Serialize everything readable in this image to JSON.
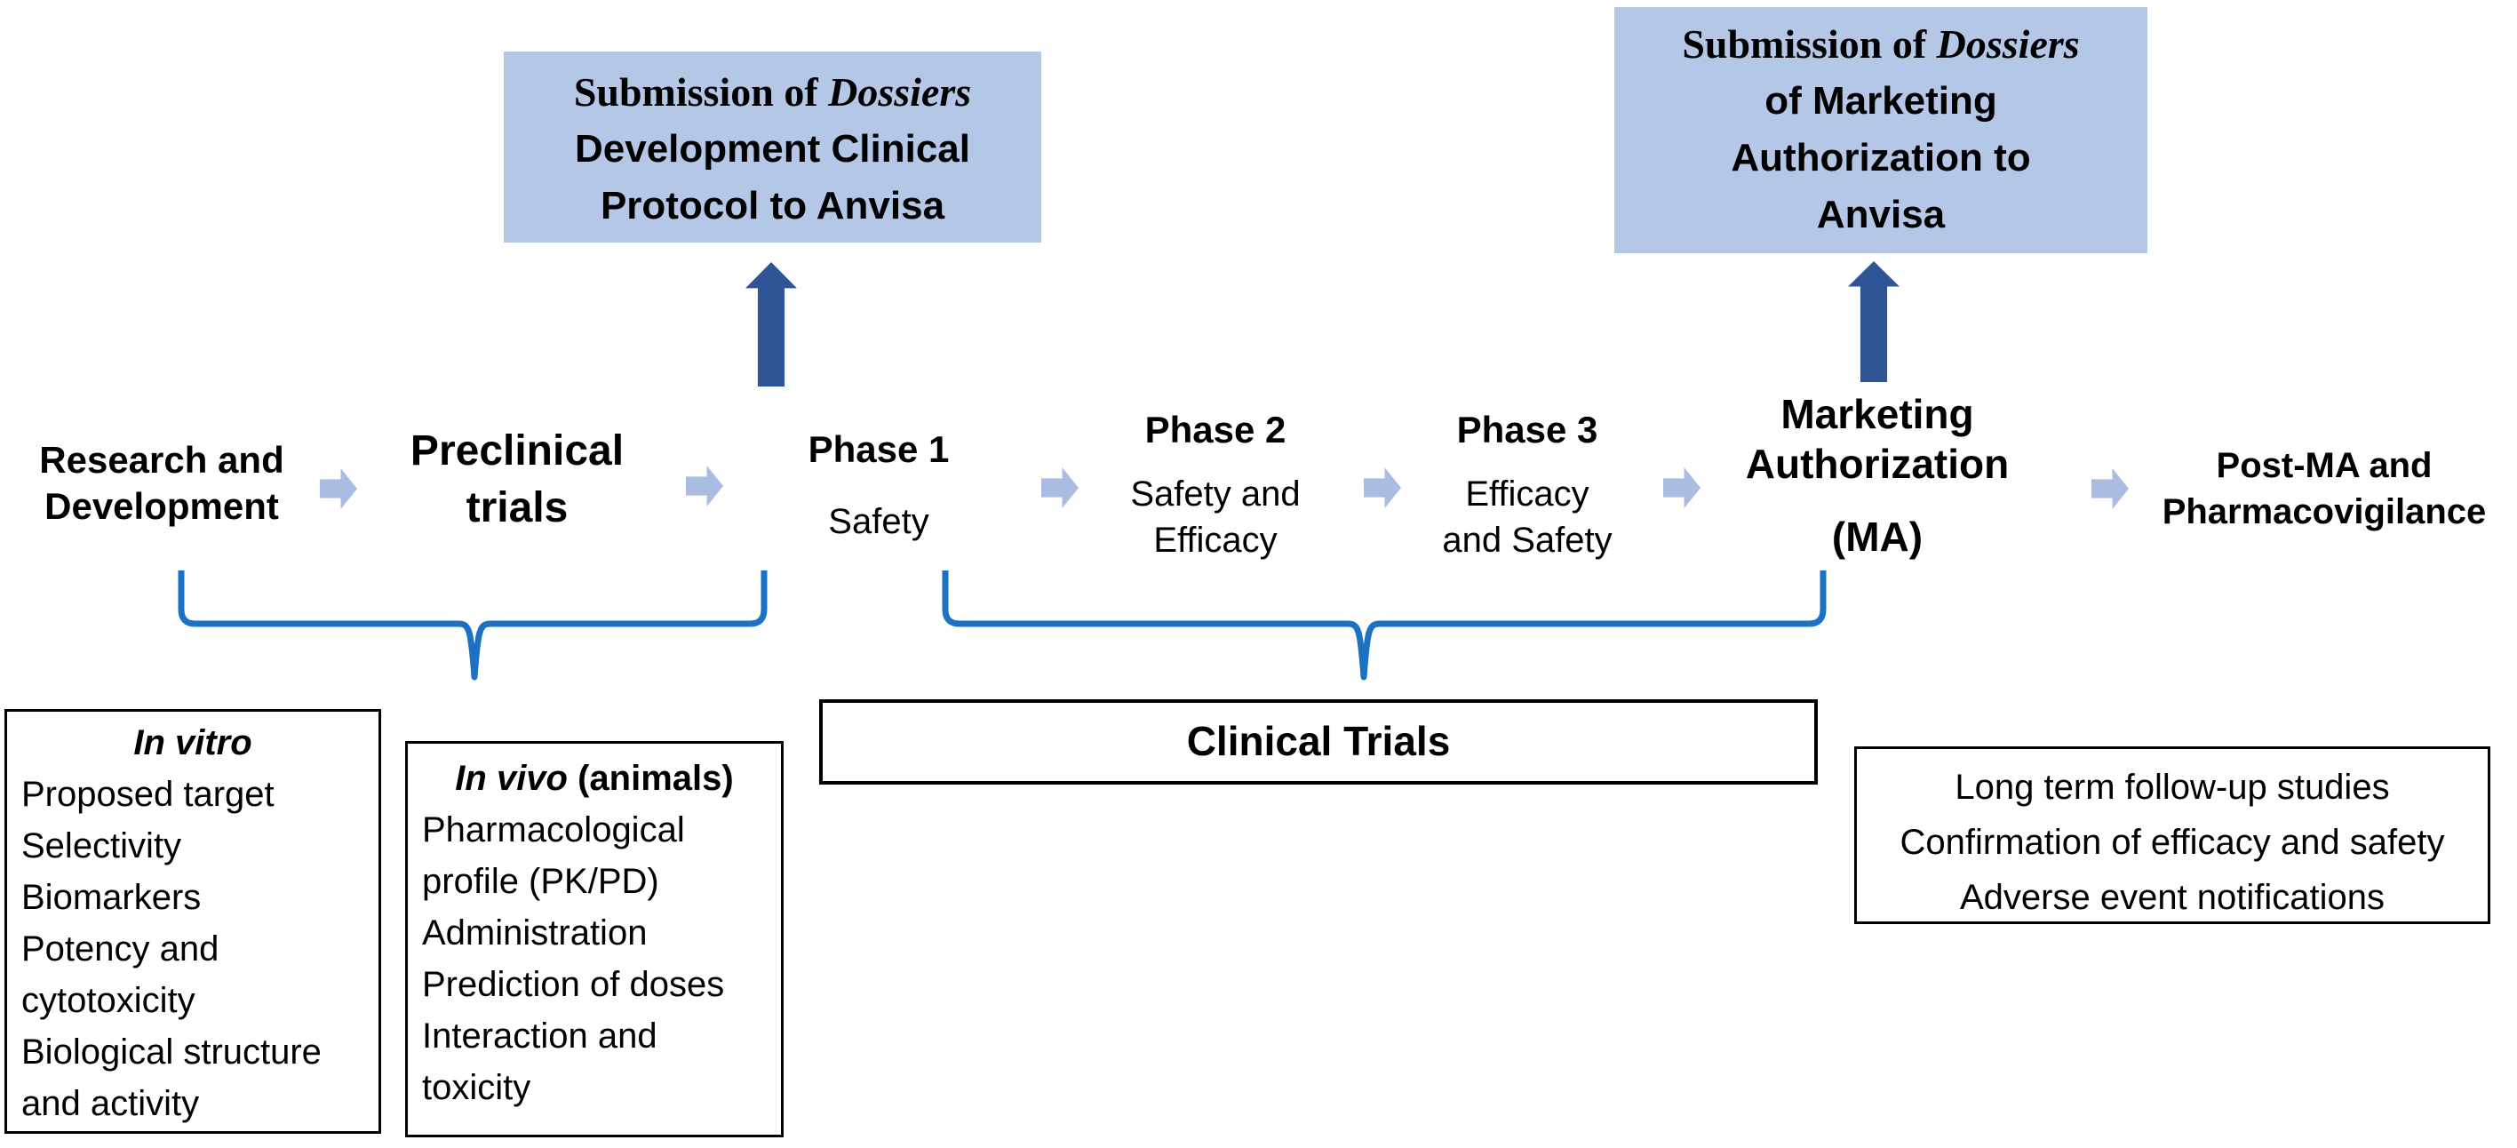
{
  "colors": {
    "box_fill": "#B4C7E7",
    "up_arrow": "#2F5597",
    "flow_arrow": "#ABBCE3",
    "brace": "#1B72C4",
    "box_border": "#000000"
  },
  "submission_boxes": [
    {
      "line1_prefix": "Submission of ",
      "line1_italic": "Dossiers",
      "lines": [
        "Development Clinical",
        "Protocol to Anvisa"
      ]
    },
    {
      "line1_prefix": "Submission of ",
      "line1_italic": "Dossiers",
      "lines": [
        "of Marketing",
        "Authorization to",
        "Anvisa"
      ]
    }
  ],
  "stages": [
    {
      "title": "Research and\nDevelopment",
      "subtitle": ""
    },
    {
      "title": "Preclinical\ntrials",
      "subtitle": ""
    },
    {
      "title": "Phase 1",
      "subtitle": "Safety"
    },
    {
      "title": "Phase 2",
      "subtitle": "Safety and\nEfficacy"
    },
    {
      "title": "Phase 3",
      "subtitle": "Efficacy\nand Safety"
    },
    {
      "title": "Marketing\nAuthorization",
      "subtitle": "(MA)"
    },
    {
      "title": "Post-MA and\nPharmacovigilance",
      "subtitle": ""
    }
  ],
  "clinical_trials_box": {
    "label": "Clinical Trials"
  },
  "in_vitro_box": {
    "heading_italic": "In vitro",
    "lines": [
      "Proposed target",
      "Selectivity",
      "Biomarkers",
      "Potency and",
      "cytotoxicity",
      "Biological structure",
      "and activity"
    ]
  },
  "in_vivo_box": {
    "heading_italic": "In vivo",
    "heading_rest": " (animals)",
    "lines": [
      "Pharmacological",
      "profile (PK/PD)",
      "Administration",
      "Prediction of doses",
      "Interaction and",
      "toxicity"
    ]
  },
  "post_ma_box": {
    "lines": [
      "Long term follow-up studies",
      "Confirmation of efficacy and safety",
      "Adverse event notifications"
    ]
  }
}
